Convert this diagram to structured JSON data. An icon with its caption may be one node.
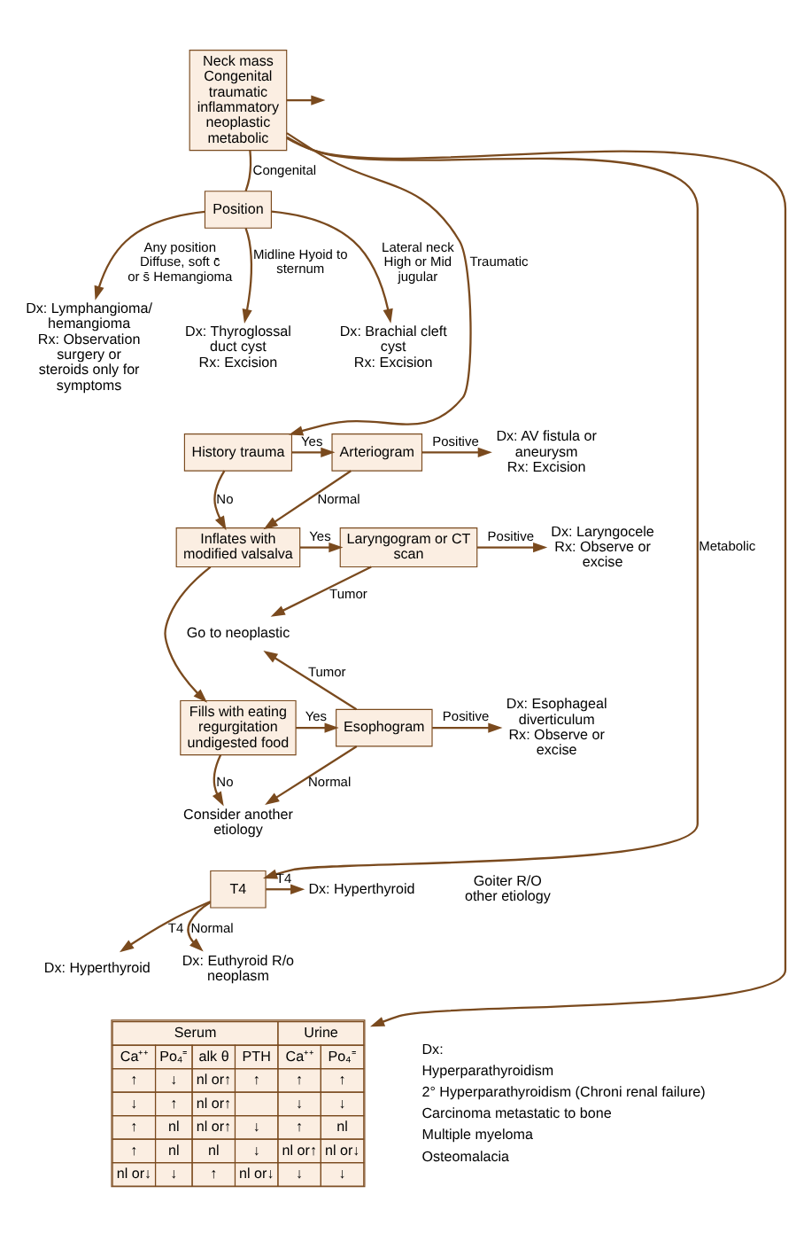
{
  "diagram": {
    "nodes": [
      {
        "text": [
          "Neck mass",
          "Congenital traumatic inflammatory neoplastic metabolic"
        ]
      },
      {
        "text": [
          "Position"
        ]
      },
      {
        "text": [
          "Dx: Thyroglossal duct cyst",
          "Rx: Excision"
        ]
      },
      {
        "text": [
          "Dx: Brachial cleft cyst",
          "Rx: Excision"
        ]
      },
      {
        "text": [
          "Dx: Lymphangioma/ hemangioma",
          "Rx: Observation surgery or steroids only for symptoms"
        ]
      },
      {
        "text": [
          "History trauma"
        ]
      },
      {
        "text": [
          "Arteriogram"
        ]
      },
      {
        "text": [
          "Dx: AV fistula or aneurysm",
          "Rx: Excision"
        ]
      },
      {
        "text": [
          "Inflates with modified valsalva"
        ]
      },
      {
        "text": [
          "Laryngogram or CT scan"
        ]
      },
      {
        "text": [
          "Dx: Laryngocele",
          "Rx: Observe or excise"
        ]
      },
      {
        "text": [
          "Go to neoplastic"
        ]
      },
      {
        "text": [
          "Fills with eating regurgitation undigested food"
        ]
      },
      {
        "text": [
          "Esophogram"
        ]
      },
      {
        "text": [
          "Dx: Esophageal diverticulum",
          "Rx: Observe or excise"
        ]
      },
      {
        "text": [
          "Consider another etiology"
        ]
      },
      {
        "text": [
          "T4"
        ]
      },
      {
        "text": [
          "Dx: Hyperthyroid"
        ]
      },
      {
        "text": [
          "Dx: Euthyroid R/o neoplasm"
        ]
      },
      {
        "text": [
          "Dx: Hyperthyroid"
        ]
      },
      {
        "text": [
          "Serum",
          "Urine",
          "Ca⁺⁺",
          "Po₄⁼",
          "alk θ",
          "PTH",
          "Ca⁺⁺",
          "Po₄⁼",
          "↑",
          "↓",
          "nl or↑",
          "↑",
          "↑",
          "↑",
          "↓",
          "↑",
          "nl or↑",
          "↓",
          "↓",
          "↑",
          "nl",
          "nl or↑",
          "↓",
          "↑",
          "nl",
          "↑",
          "nl",
          "nl",
          "↓",
          "nl or↑",
          "nl or↓",
          "nl or↓",
          "↓",
          "↑",
          "nl or↓",
          "↓",
          "↓"
        ]
      }
    ],
    "edges": [
      {
        "from": 0,
        "to": null,
        "arrow": "to"
      },
      {
        "from": 0,
        "to": 1,
        "arrow": "none",
        "label": "Congenital"
      },
      {
        "from": 1,
        "to": 2,
        "arrow": "to",
        "label": "Midline Hyoid to sternum"
      },
      {
        "from": 1,
        "to": 3,
        "arrow": "to",
        "label": "Lateral neck High or Mid jugular"
      },
      {
        "from": 1,
        "to": 4,
        "arrow": "to",
        "label": "Any position Diffuse, soft c̄ or s̄ Hemangioma"
      },
      {
        "from": 0,
        "to": 5,
        "arrow": "to",
        "label": "Traumatic"
      },
      {
        "from": 5,
        "to": 6,
        "arrow": "to",
        "label": "Yes"
      },
      {
        "from": 6,
        "to": 7,
        "arrow": "to",
        "label": "Positive"
      },
      {
        "from": 6,
        "to": 8,
        "arrow": "to",
        "label": "Normal"
      },
      {
        "from": 5,
        "to": 8,
        "arrow": "to",
        "label": "No"
      },
      {
        "from": 8,
        "to": 9,
        "arrow": "to",
        "label": "Yes"
      },
      {
        "from": 9,
        "to": 10,
        "arrow": "to",
        "label": "Positive"
      },
      {
        "from": 9,
        "to": 11,
        "arrow": "to",
        "label": "Tumor"
      },
      {
        "from": 8,
        "to": 12,
        "arrow": "to"
      },
      {
        "from": 12,
        "to": 13,
        "arrow": "to",
        "label": "Yes"
      },
      {
        "from": 13,
        "to": 14,
        "arrow": "to",
        "label": "Positive"
      },
      {
        "from": 13,
        "to": 11,
        "arrow": "to",
        "label": "Tumor"
      },
      {
        "from": 13,
        "to": 15,
        "arrow": "to",
        "label": "Normal"
      },
      {
        "from": 12,
        "to": 15,
        "arrow": "to",
        "label": "No"
      },
      {
        "from": 0,
        "to": 16,
        "arrow": "to",
        "label": "Metabolic"
      },
      {
        "from": 16,
        "to": 17,
        "arrow": "to",
        "label": "T4"
      },
      {
        "from": 16,
        "to": 18,
        "arrow": "to",
        "label": "Normal"
      },
      {
        "from": 16,
        "to": 19,
        "arrow": "to",
        "label": "T4"
      },
      {
        "from": 0,
        "to": 20,
        "arrow": "to"
      }
    ],
    "labels": [
      "Goiter R/O other etiology",
      "Dx:",
      "Hyperparathyroidism",
      "2° Hyperparathyroidism (Chroni renal failure)",
      "Carcinoma metastatic to bone",
      "Multiple myeloma",
      "Osteomalacia"
    ]
  }
}
